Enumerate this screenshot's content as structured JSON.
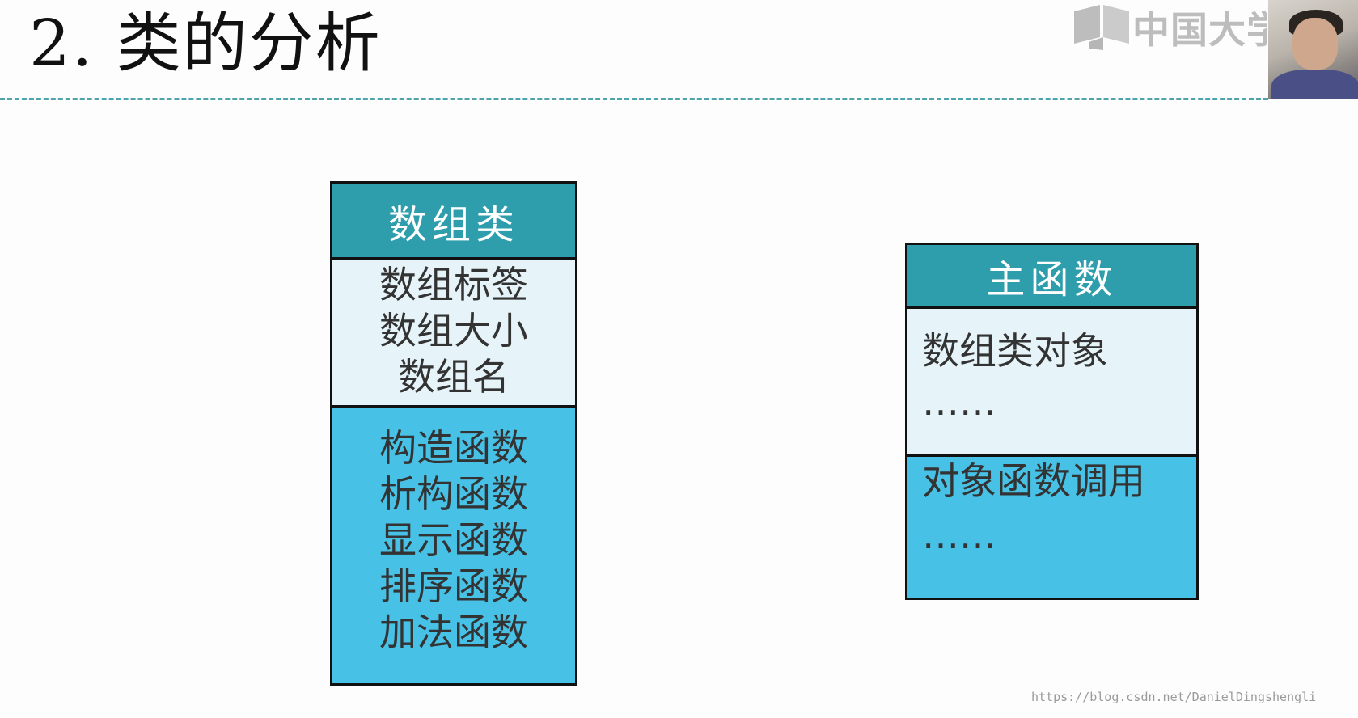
{
  "slide": {
    "title": "2. 类的分析"
  },
  "watermark": {
    "logo_icon": "book-icon",
    "text": "中国大学MOOC"
  },
  "diagram": {
    "array_class": {
      "name": "数组类",
      "attributes": [
        "数组标签",
        "数组大小",
        "数组名"
      ],
      "methods": [
        "构造函数",
        "析构函数",
        "显示函数",
        "排序函数",
        "加法函数"
      ]
    },
    "main_function": {
      "name": "主函数",
      "attributes": [
        "数组类对象",
        "……"
      ],
      "methods": [
        "对象函数调用",
        "……"
      ]
    }
  },
  "colors": {
    "header": "#2e9eac",
    "attributes_bg": "#e6f4f9",
    "methods_bg": "#48c1e6",
    "rule": "#4fa4ac"
  },
  "footer": {
    "url": "https://blog.csdn.net/DanielDingshengli"
  }
}
